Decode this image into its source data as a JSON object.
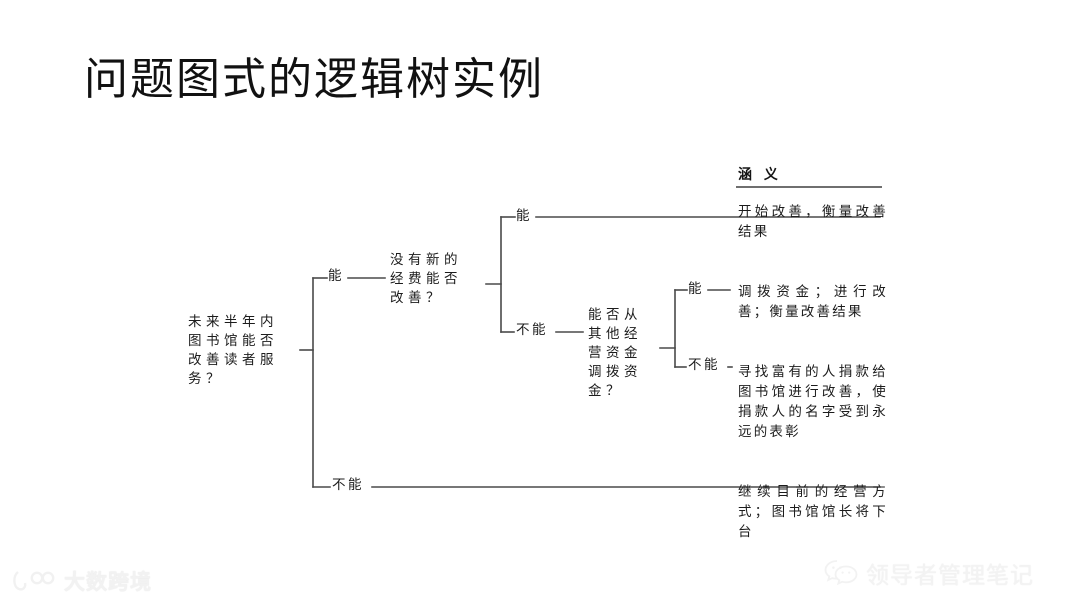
{
  "page": {
    "title": "问题图式的逻辑树实例",
    "background_color": "#ffffff",
    "line_color": "#444444",
    "text_color": "#1c1c1c"
  },
  "diagram": {
    "type": "logic-tree",
    "root": {
      "id": "root",
      "label": "未来半年内图书馆能否改善读者服务？",
      "columns": [
        "未图改务",
        "来书善？",
        "半馆读",
        "年能者",
        "内否服"
      ],
      "lines": [
        "未来半年内",
        "图书馆能否",
        "改善读者服",
        "务？"
      ]
    },
    "nodes": [
      {
        "id": "budget",
        "label": "没有新的经费能否改善？",
        "columns": [
          "没经改",
          "有费善",
          "新能？",
          "的否"
        ],
        "lines": [
          "没有新的",
          "经费能否",
          "改善？"
        ]
      },
      {
        "id": "transfer",
        "label": "能否从其他经营资金调拨资金？",
        "columns": [
          "能其营调金",
          "否他资拨？",
          "从经金资"
        ],
        "lines": [
          "能否从",
          "其他经",
          "营资金",
          "调拨资",
          "金？"
        ]
      }
    ],
    "edge_labels": {
      "root_yes": "能",
      "root_no": "不能",
      "budget_yes": "能",
      "budget_no": "不能",
      "transfer_yes": "能",
      "transfer_no": "不能"
    }
  },
  "meaning_column": {
    "header": "涵 义",
    "entries": [
      {
        "id": "meaning-1",
        "text": "开始改善，衡量改善结果"
      },
      {
        "id": "meaning-2",
        "text": "调拨资金；进行改善；衡量改善结果"
      },
      {
        "id": "meaning-3",
        "text": "寻找富有的人捐款给图书馆进行改善，使捐款人的名字受到永远的表彰"
      },
      {
        "id": "meaning-4",
        "text": "继续目前的经营方式；图书馆馆长将下台"
      }
    ]
  },
  "watermarks": {
    "left": {
      "text": "大数跨境",
      "icon": "brand-logo-icon"
    },
    "right": {
      "text": "领导者管理笔记",
      "icon": "wechat-icon"
    }
  }
}
